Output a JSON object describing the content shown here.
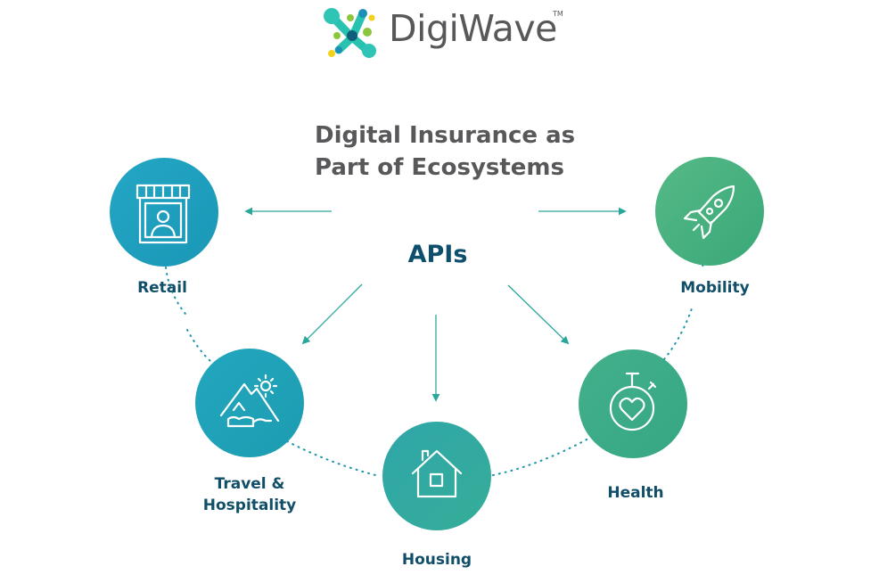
{
  "brand": {
    "name": "DigiWave",
    "trademark": "TM"
  },
  "title_lines": [
    "Digital Insurance as",
    "Part of Ecosystems"
  ],
  "center_label": "APIs",
  "nodes": {
    "retail": {
      "label": "Retail",
      "icon": "storefront-icon",
      "color": "#1ea3c0"
    },
    "mobility": {
      "label": "Mobility",
      "icon": "rocket-icon",
      "color": "#47b07e"
    },
    "travel": {
      "label_lines": [
        "Travel &",
        "Hospitality"
      ],
      "icon": "mountain-sun-icon",
      "color": "#1ea3b8"
    },
    "housing": {
      "label": "Housing",
      "icon": "house-icon",
      "color": "#31a99e"
    },
    "health": {
      "label": "Health",
      "icon": "stopwatch-heart-icon",
      "color": "#3bab8a"
    }
  },
  "colors": {
    "arrow": "#2aa79b",
    "dots": "#1b95a8",
    "title": "#58585a",
    "label": "#114f68",
    "apis": "#0d4f6c"
  }
}
